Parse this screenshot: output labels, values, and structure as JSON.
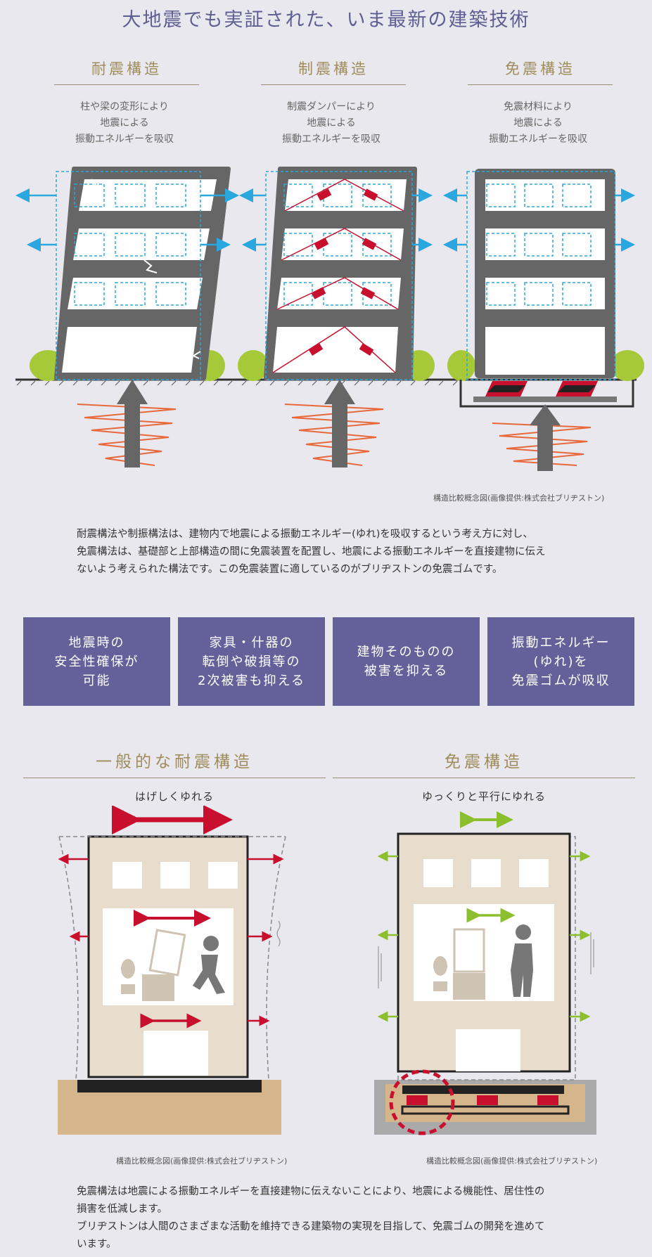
{
  "title": "大地震でも実証された、いま最新の建築技術",
  "structures": [
    {
      "name": "耐震構造",
      "lines": [
        "柱や梁の変形により",
        "地震による",
        "振動エネルギーを吸収"
      ]
    },
    {
      "name": "制震構造",
      "lines": [
        "制震ダンパーにより",
        "地震による",
        "振動エネルギーを吸収"
      ]
    },
    {
      "name": "免震構造",
      "lines": [
        "免震材料により",
        "地震による",
        "振動エネルギーを吸収"
      ]
    }
  ],
  "credit_top": "構造比較概念図(画像提供:株式会社ブリヂストン)",
  "paragraph1": [
    "耐震構法や制振構法は、建物内で地震による振動エネルギー(ゆれ)を吸収するという考え方に対し、",
    "免震構法は、基礎部と上部構造の間に免震装置を配置し、地震による振動エネルギーを直接建物に伝え",
    "ないよう考えられた構法です。この免震装置に適しているのがブリヂストンの免震ゴムです。"
  ],
  "benefits": [
    "地震時の\n安全性確保が\n可能",
    "家具・什器の\n転倒や破損等の\n2次被害も抑える",
    "建物そのものの\n被害を抑える",
    "振動エネルギー\n(ゆれ)を\n免震ゴムが吸収"
  ],
  "comparison": {
    "left": {
      "title": "一般的な耐震構造",
      "caption": "はげしくゆれる"
    },
    "right": {
      "title": "免震構造",
      "caption": "ゆっくりと平行にゆれる"
    }
  },
  "credit_left": "構造比較概念図(画像提供:株式会社ブリヂストン)",
  "credit_right": "構造比較概念図(画像提供:株式会社ブリヂストン)",
  "paragraph2": [
    "免震構法は地震による振動エネルギーを直接建物に伝えないことにより、地震による機能性、居住性の",
    "損害を低減します。",
    "ブリヂストンは人間のさまざまな活動を維持できる建築物の実現を目指して、免震ゴムの開発を進めて",
    "います。"
  ],
  "colors": {
    "accent": "#64619a",
    "gold": "#a08c5a",
    "red": "#c8102e",
    "green": "#8cbf2e",
    "blue": "#2aa7de",
    "orange": "#e8683a"
  }
}
